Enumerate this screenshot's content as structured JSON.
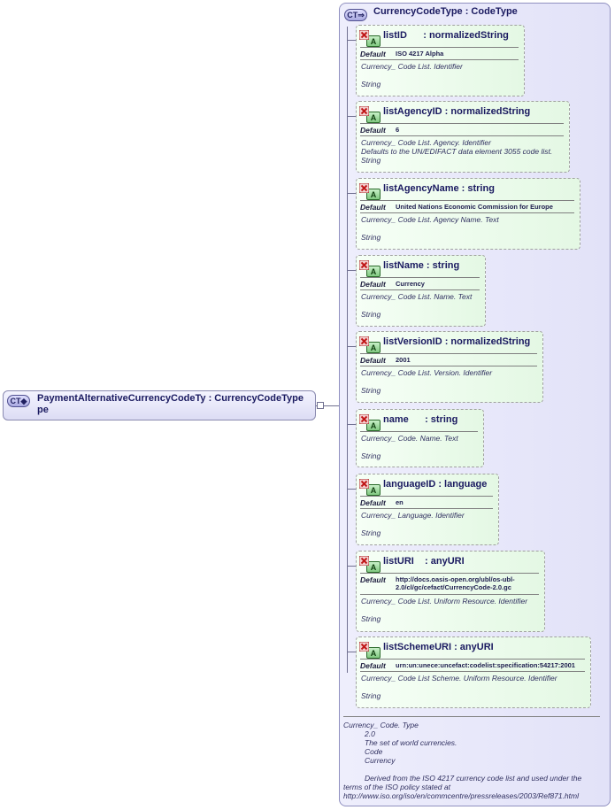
{
  "left_element": {
    "badge": "CT",
    "name_line1": "PaymentAlternativeCurrencyCodeTy : CurrencyCodeType",
    "name_line2": "pe"
  },
  "complex_type": {
    "badge": "CT",
    "title": "CurrencyCodeType : CodeType"
  },
  "attribute_icon_letter": "A",
  "default_label": "Default",
  "attributes": [
    {
      "name": "listID      : normalizedString",
      "default": "ISO 4217 Alpha",
      "doc": [
        "Currency_ Code List. Identifier",
        "",
        "String"
      ]
    },
    {
      "name": "listAgencyID : normalizedString",
      "default": "6",
      "doc": [
        "Currency_ Code List. Agency. Identifier",
        "Defaults to the UN/EDIFACT data element 3055 code list.",
        "String"
      ]
    },
    {
      "name": "listAgencyName : string",
      "default": "United Nations Economic Commission for Europe",
      "doc": [
        "Currency_ Code List. Agency Name. Text",
        "",
        "String"
      ]
    },
    {
      "name": "listName : string",
      "default": "Currency",
      "doc": [
        "Currency_ Code List. Name. Text",
        "",
        "String"
      ]
    },
    {
      "name": "listVersionID : normalizedString",
      "default": "2001",
      "doc": [
        "Currency_ Code List. Version. Identifier",
        "",
        "String"
      ]
    },
    {
      "name": "name      : string",
      "default": "",
      "doc": [
        "Currency_ Code. Name. Text",
        "",
        "String"
      ]
    },
    {
      "name": "languageID : language",
      "default": "en",
      "doc": [
        "Currency_ Language. Identifier",
        "",
        "String"
      ]
    },
    {
      "name": "listURI    : anyURI",
      "default": "http://docs.oasis-open.org/ubl/os-ubl-2.0/cl/gc/cefact/CurrencyCode-2.0.gc",
      "default_line1": "http://docs.oasis-open.org/ubl/os-ubl-",
      "default_line2": "2.0/cl/gc/cefact/CurrencyCode-2.0.gc",
      "doc": [
        "Currency_ Code List. Uniform Resource. Identifier",
        "",
        "String"
      ]
    },
    {
      "name": "listSchemeURI : anyURI",
      "default": "urn:un:unece:uncefact:codelist:specification:54217:2001",
      "doc": [
        "Currency_ Code List Scheme. Uniform Resource. Identifier",
        "",
        "String"
      ]
    }
  ],
  "type_documentation": {
    "line1": "Currency_ Code. Type",
    "line2": "2.0",
    "line3": "The set of world currencies.",
    "line4": "Code",
    "line5": "Currency",
    "line6": "Derived from the ISO 4217 currency code list and used under the",
    "line7": "terms of the ISO policy stated at",
    "line8": "http://www.iso.org/iso/en/commcentre/pressreleases/2003/Ref871.html"
  },
  "icons": {
    "complex_type_badge": "ct-badge-icon",
    "attribute": "attribute-icon",
    "optional_marker": "red-x-icon"
  }
}
